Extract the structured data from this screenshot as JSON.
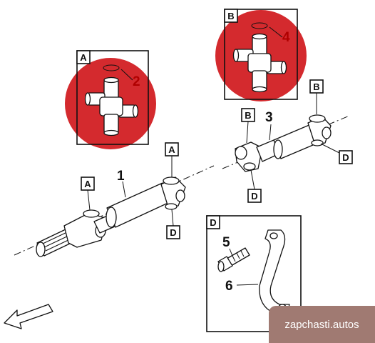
{
  "callouts": {
    "one": "1",
    "two": "2",
    "three": "3",
    "four": "4",
    "five": "5",
    "six": "6"
  },
  "letters": {
    "a": "A",
    "b": "B",
    "d": "D"
  },
  "watermark": "zapchasti.autos",
  "colors": {
    "highlight": "#d42a2e",
    "watermark_bg": "#a07a72",
    "callout_red": "#b00000"
  }
}
